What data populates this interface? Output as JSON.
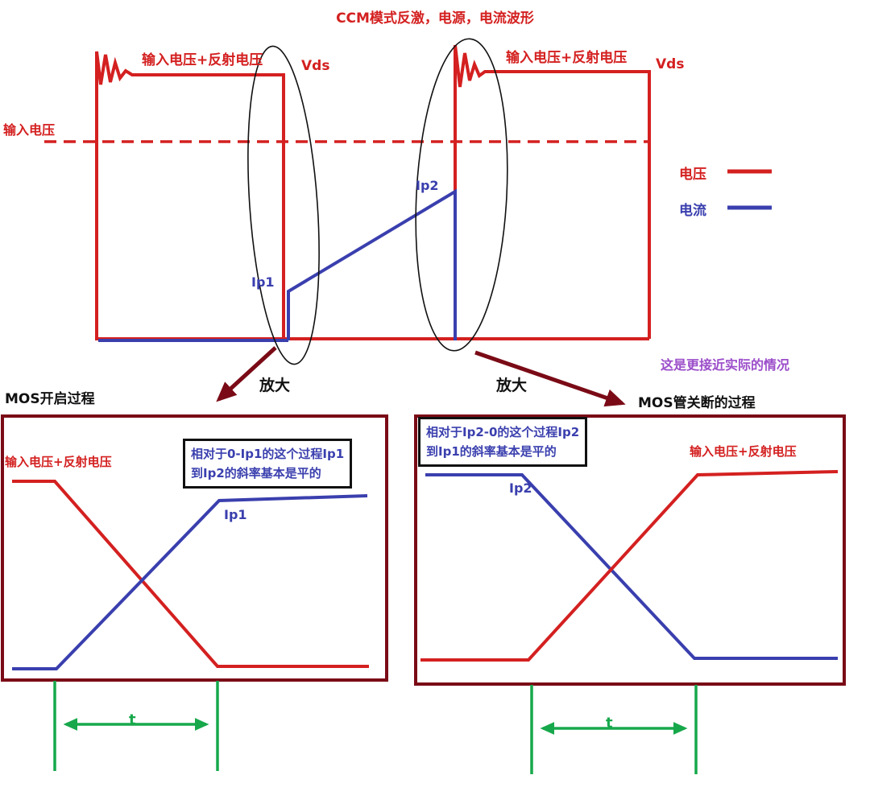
{
  "colors": {
    "red": "#d42020",
    "dark_red": "#7a0b16",
    "blue": "#3a3fae",
    "green": "#17a84b",
    "purple": "#9b4dca",
    "black": "#111111"
  },
  "title": "CCM模式反激，电源，电流波形",
  "top_chart": {
    "left_label": "输入电压+反射电压",
    "left_vds": "Vds",
    "right_label": "输入电压+反射电压",
    "right_vds": "Vds",
    "input_voltage_label": "输入电压",
    "ip1_label": "Ip1",
    "ip2_label": "Ip2",
    "legend": {
      "voltage": "电压",
      "current": "电流"
    },
    "reality_note": "这是更接近实际的情况"
  },
  "zoom": {
    "left_label": "放大",
    "right_label": "放大"
  },
  "left_panel": {
    "title": "MOS开启过程",
    "voltage_label": "输入电压+反射电压",
    "note_line1": "相对于0-Ip1的这个过程Ip1",
    "note_line2": "到Ip2的斜率基本是平的",
    "ip1_label": "Ip1",
    "time_label": "t"
  },
  "right_panel": {
    "title": "MOS管关断的过程",
    "note_line1": "相对于Ip2-0的这个过程Ip2",
    "note_line2": "到Ip1的斜率基本是平的",
    "voltage_label": "输入电压+反射电压",
    "ip2_label": "Ip2",
    "time_label": "t"
  }
}
